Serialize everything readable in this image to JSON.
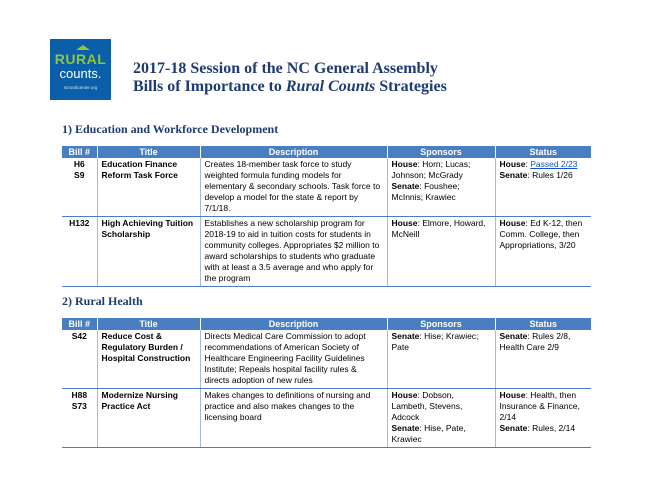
{
  "logo": {
    "rural": "RURAL",
    "counts": "counts.",
    "url": "ncruralcenter.org"
  },
  "header": {
    "title": "2017-18 Session of the NC General Assembly",
    "subtitle_prefix": "Bills of Importance to ",
    "subtitle_em": "Rural Counts",
    "subtitle_suffix": " Strategies"
  },
  "columns": [
    "Bill #",
    "Title",
    "Description",
    "Sponsors",
    "Status"
  ],
  "sections": [
    {
      "title": "1)  Education and Workforce Development",
      "rows": [
        {
          "bills": [
            "H6",
            "S9"
          ],
          "title": "Education Finance Reform Task Force",
          "description": "Creates 18-member task force to study weighted formula funding models for elementary & secondary schools. Task force to develop a model for the state & report by 7/1/18.",
          "sponsors": [
            {
              "label": "House",
              "text": ": Horn; Lucas; Johnson; McGrady"
            },
            {
              "label": "Senate",
              "text": ": Foushee; McInnis; Krawiec"
            }
          ],
          "status": [
            {
              "label": "House",
              "text": ": ",
              "link": "Passed 2/23"
            },
            {
              "label": "Senate",
              "text": ": Rules 1/26"
            }
          ]
        },
        {
          "bills": [
            "H132"
          ],
          "title": "High Achieving Tuition Scholarship",
          "description": "Establishes a new scholarship program for 2018-19 to aid in tuition costs for students in community colleges.  Appropriates $2 million to award scholarships to students who graduate with at least a 3.5 average and who apply for the program",
          "sponsors": [
            {
              "label": "House",
              "text": ": Elmore, Howard, McNeill"
            }
          ],
          "status": [
            {
              "label": "House",
              "text": ": Ed K-12, then Comm. College, then Appropriations, 3/20"
            }
          ]
        }
      ]
    },
    {
      "title": "2)  Rural Health",
      "rows": [
        {
          "bills": [
            "S42"
          ],
          "title": "Reduce Cost & Regulatory Burden / Hospital Construction",
          "description": "Directs Medical Care Commission to adopt recommendations of American Society of Healthcare Engineering Facility Guidelines Institute; Repeals hospital facility rules & directs adoption of new rules",
          "sponsors": [
            {
              "label": "Senate",
              "text": ": Hise; Krawiec; Pate"
            }
          ],
          "status": [
            {
              "label": "Senate",
              "text": ": Rules 2/8, Health Care 2/9"
            }
          ]
        },
        {
          "bills": [
            "H88",
            "S73"
          ],
          "title": "Modernize Nursing Practice Act",
          "description": "Makes changes to definitions of nursing and practice and also makes changes to the licensing board",
          "sponsors": [
            {
              "label": "House",
              "text": ": Dobson, Lambeth, Stevens, Adcock"
            },
            {
              "label": "Senate",
              "text": ": Hise, Pate, Krawiec"
            }
          ],
          "status": [
            {
              "label": "House",
              "text": ": Health, then Insurance & Finance, 2/14"
            },
            {
              "label": "Senate",
              "text": ": Rules, 2/14"
            }
          ]
        }
      ]
    }
  ],
  "colors": {
    "header_text": "#1f3b73",
    "table_header_bg": "#4a7ec2",
    "logo_bg": "#0a5fa8",
    "logo_accent": "#8cc63f",
    "link": "#1155cc"
  }
}
